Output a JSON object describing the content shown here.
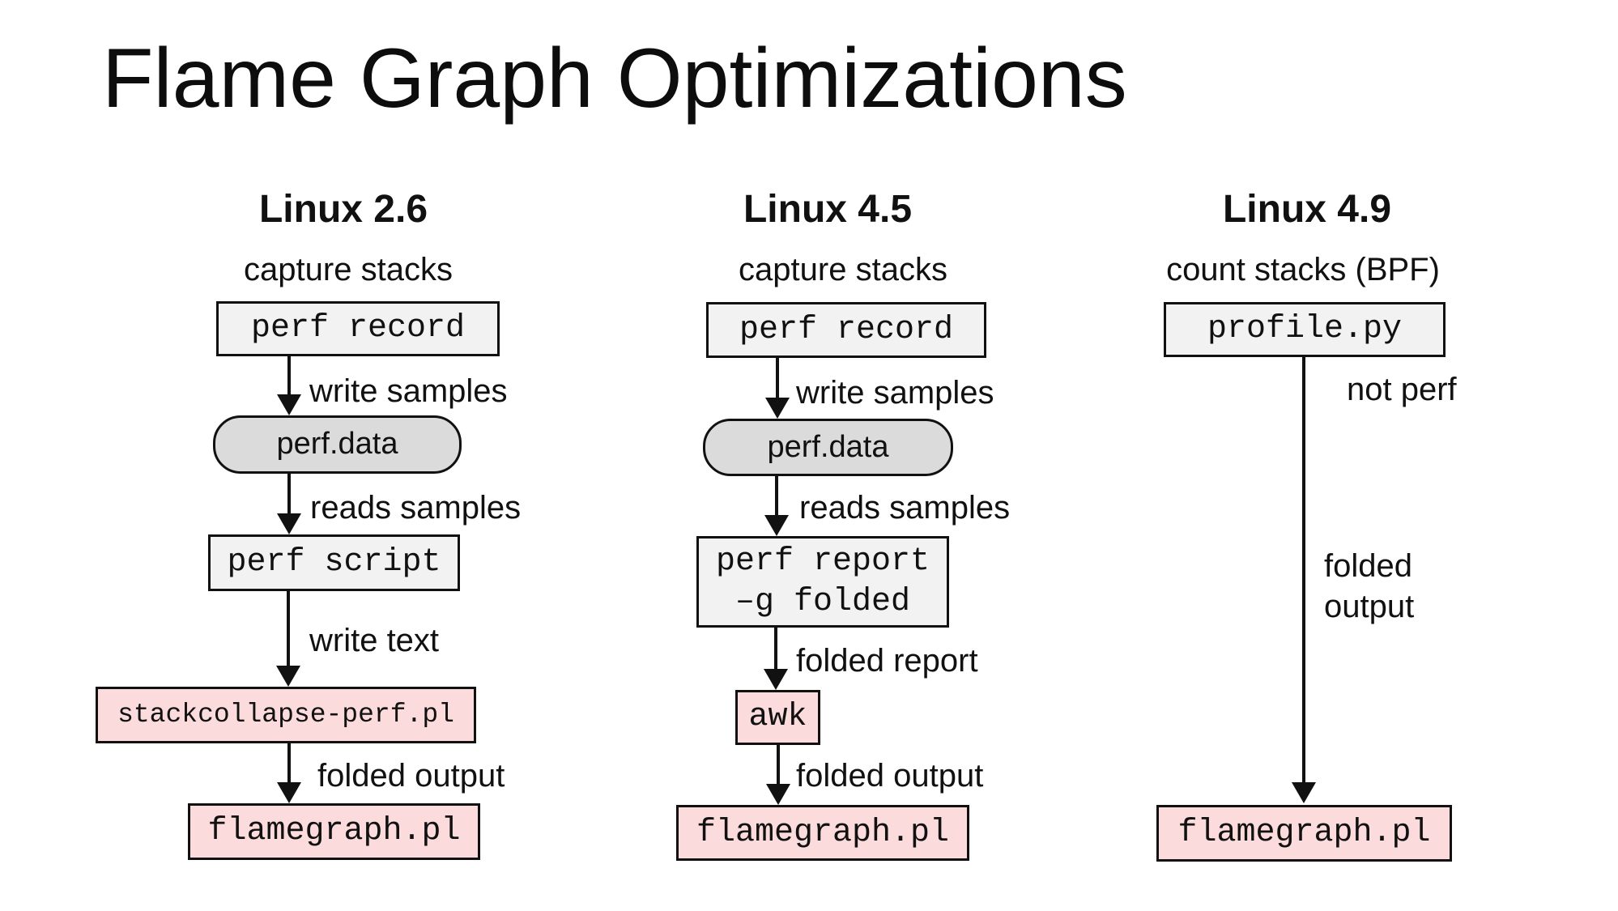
{
  "title": "Flame Graph Optimizations",
  "colors": {
    "border": "#111111",
    "box_fill": "#f2f2f2",
    "data_fill": "#dbdbdb",
    "pink_fill": "#fbdbdb"
  },
  "columns": [
    {
      "header": "Linux 2.6",
      "capture_label": "capture stacks",
      "boxes": {
        "perf_record": "perf record",
        "perf_data": "perf.data",
        "perf_script": "perf script",
        "stackcollapse": "stackcollapse-perf.pl",
        "flamegraph": "flamegraph.pl"
      },
      "edges": {
        "write_samples": "write samples",
        "reads_samples": "reads samples",
        "write_text": "write text",
        "folded_output": "folded output"
      }
    },
    {
      "header": "Linux 4.5",
      "capture_label": "capture stacks",
      "boxes": {
        "perf_record": "perf record",
        "perf_data": "perf.data",
        "perf_report_line1": "perf report",
        "perf_report_line2": "–g folded",
        "awk": "awk",
        "flamegraph": "flamegraph.pl"
      },
      "edges": {
        "write_samples": "write samples",
        "reads_samples": "reads samples",
        "folded_report": "folded report",
        "folded_output": "folded output"
      }
    },
    {
      "header": "Linux 4.9",
      "capture_label": "count stacks (BPF)",
      "boxes": {
        "profile_py": "profile.py",
        "flamegraph": "flamegraph.pl"
      },
      "edges": {
        "not_perf": "not perf",
        "folded_line1": "folded",
        "folded_line2": "output"
      }
    }
  ]
}
